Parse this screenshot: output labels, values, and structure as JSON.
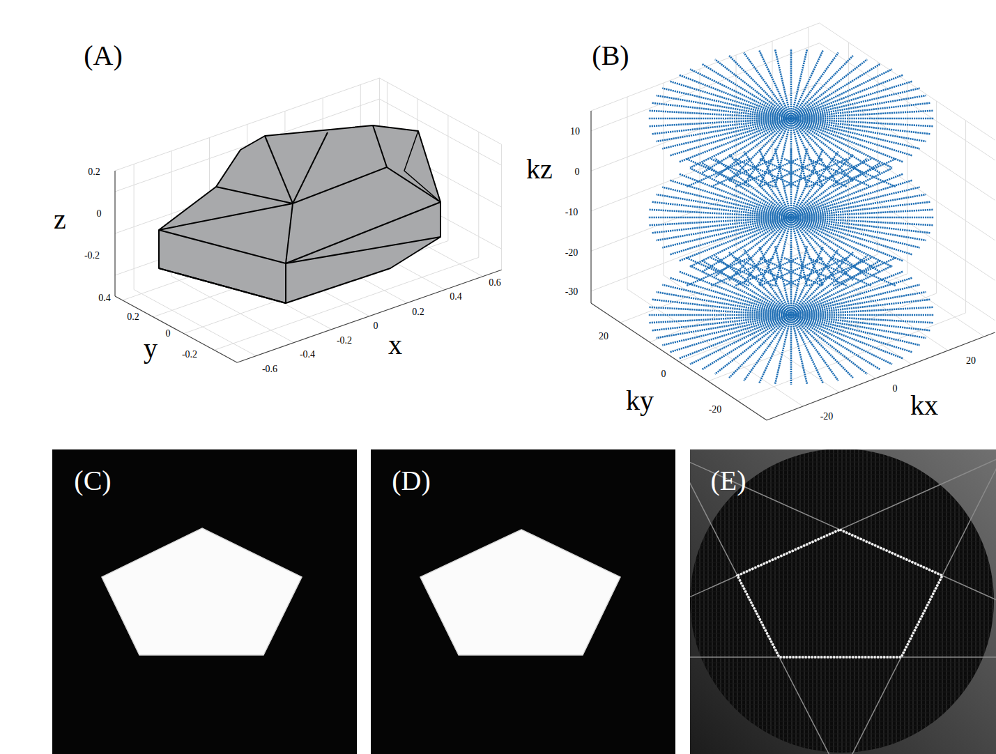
{
  "diagram": {
    "labels": [
      "(A)",
      "z",
      "0.2",
      "0",
      "-0.2",
      "y",
      "0.4",
      "0.2",
      "0",
      "-0.2",
      "x",
      "-0.6",
      "-0.4",
      "-0.2",
      "0",
      "0.2",
      "0.4",
      "0.6",
      "(B)",
      "kz",
      "10",
      "0",
      "-10",
      "-20",
      "-30",
      "ky",
      "20",
      "0",
      "-20",
      "kx",
      "-20",
      "0",
      "20",
      "(C)",
      "(D)",
      "(E)"
    ]
  }
}
